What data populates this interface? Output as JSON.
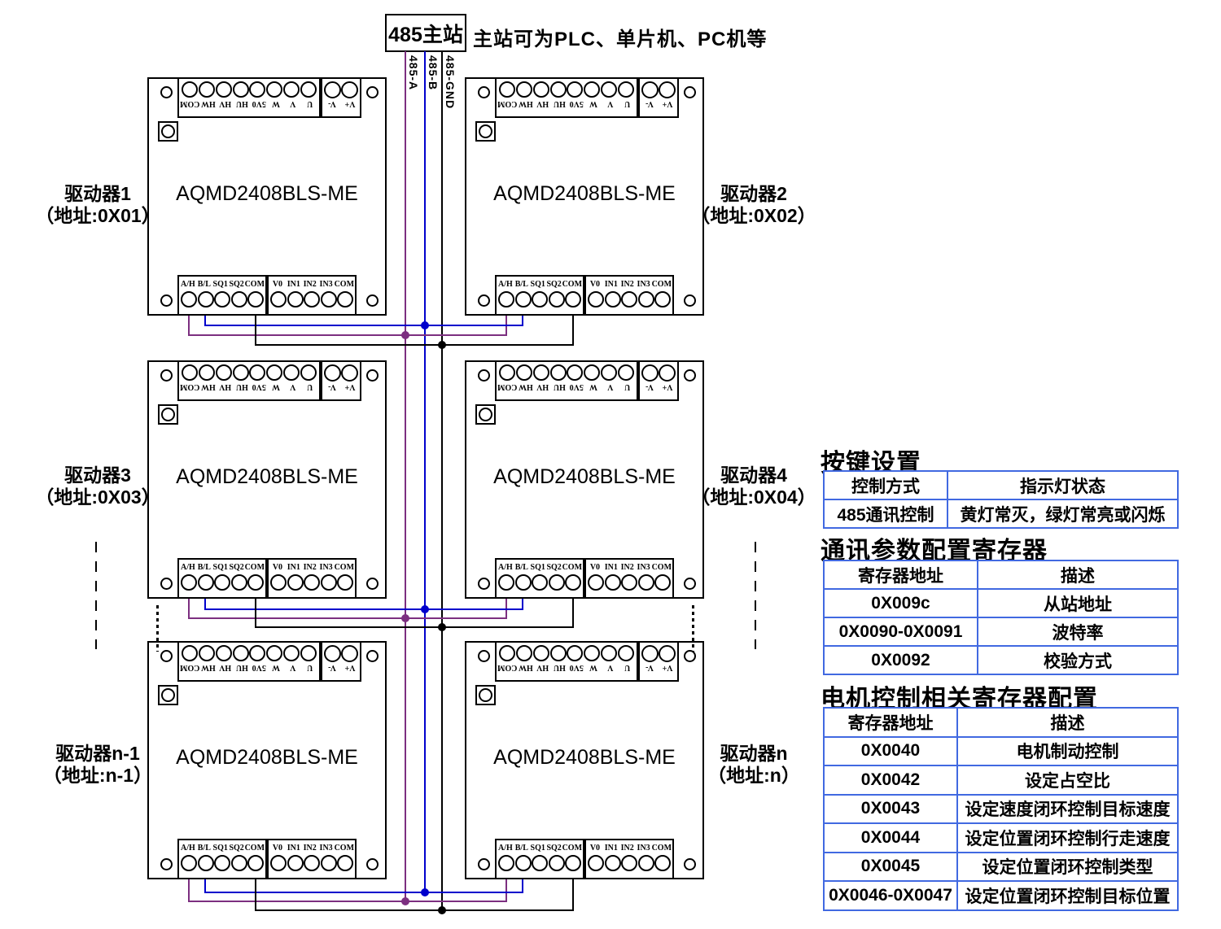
{
  "master": {
    "label": "485主站",
    "note": "主站可为PLC、单片机、PC机等"
  },
  "bus": {
    "lines": [
      {
        "name": "485-A",
        "color": "#7C2F80"
      },
      {
        "name": "485-B",
        "color": "#0000CC"
      },
      {
        "name": "485-GND",
        "color": "#000000"
      }
    ]
  },
  "module": {
    "title": "AQMD2408BLS-ME",
    "top_terminals": [
      "U",
      "V",
      "W",
      "5V0",
      "HU",
      "HV",
      "HW",
      "COM"
    ],
    "power_terminals": [
      "V+",
      "V-"
    ],
    "bottom_left_terminals": [
      "A/H",
      "B/L",
      "SQ1",
      "SQ2",
      "COM"
    ],
    "bottom_right_terminals": [
      "V0",
      "IN1",
      "IN2",
      "IN3",
      "COM"
    ]
  },
  "drivers": [
    {
      "name": "驱动器1",
      "address": "（地址:0X01）"
    },
    {
      "name": "驱动器2",
      "address": "（地址:0X02）"
    },
    {
      "name": "驱动器3",
      "address": "（地址:0X03）"
    },
    {
      "name": "驱动器4",
      "address": "（地址:0X04）"
    },
    {
      "name": "驱动器n-1",
      "address": "（地址:n-1）"
    },
    {
      "name": "驱动器n",
      "address": "（地址:n）"
    }
  ],
  "panels": [
    {
      "heading": "按键设置",
      "columns": [
        "控制方式",
        "指示灯状态"
      ],
      "rows": [
        [
          "485通讯控制",
          "黄灯常灭，绿灯常亮或闪烁"
        ]
      ]
    },
    {
      "heading": "通讯参数配置寄存器",
      "columns": [
        "寄存器地址",
        "描述"
      ],
      "rows": [
        [
          "0X009c",
          "从站地址"
        ],
        [
          "0X0090-0X0091",
          "波特率"
        ],
        [
          "0X0092",
          "校验方式"
        ]
      ]
    },
    {
      "heading": "电机控制相关寄存器配置",
      "columns": [
        "寄存器地址",
        "描述"
      ],
      "rows": [
        [
          "0X0040",
          "电机制动控制"
        ],
        [
          "0X0042",
          "设定占空比"
        ],
        [
          "0X0043",
          "设定速度闭环控制目标速度"
        ],
        [
          "0X0044",
          "设定位置闭环控制行走速度"
        ],
        [
          "0X0045",
          "设定位置闭环控制类型"
        ],
        [
          "0X0046-0X0047",
          "设定位置闭环控制目标位置"
        ]
      ]
    }
  ],
  "colors": {
    "wire_a": "#7C2F80",
    "wire_b": "#0000CC",
    "wire_gnd": "#000000",
    "table_border": "#4169E1"
  }
}
